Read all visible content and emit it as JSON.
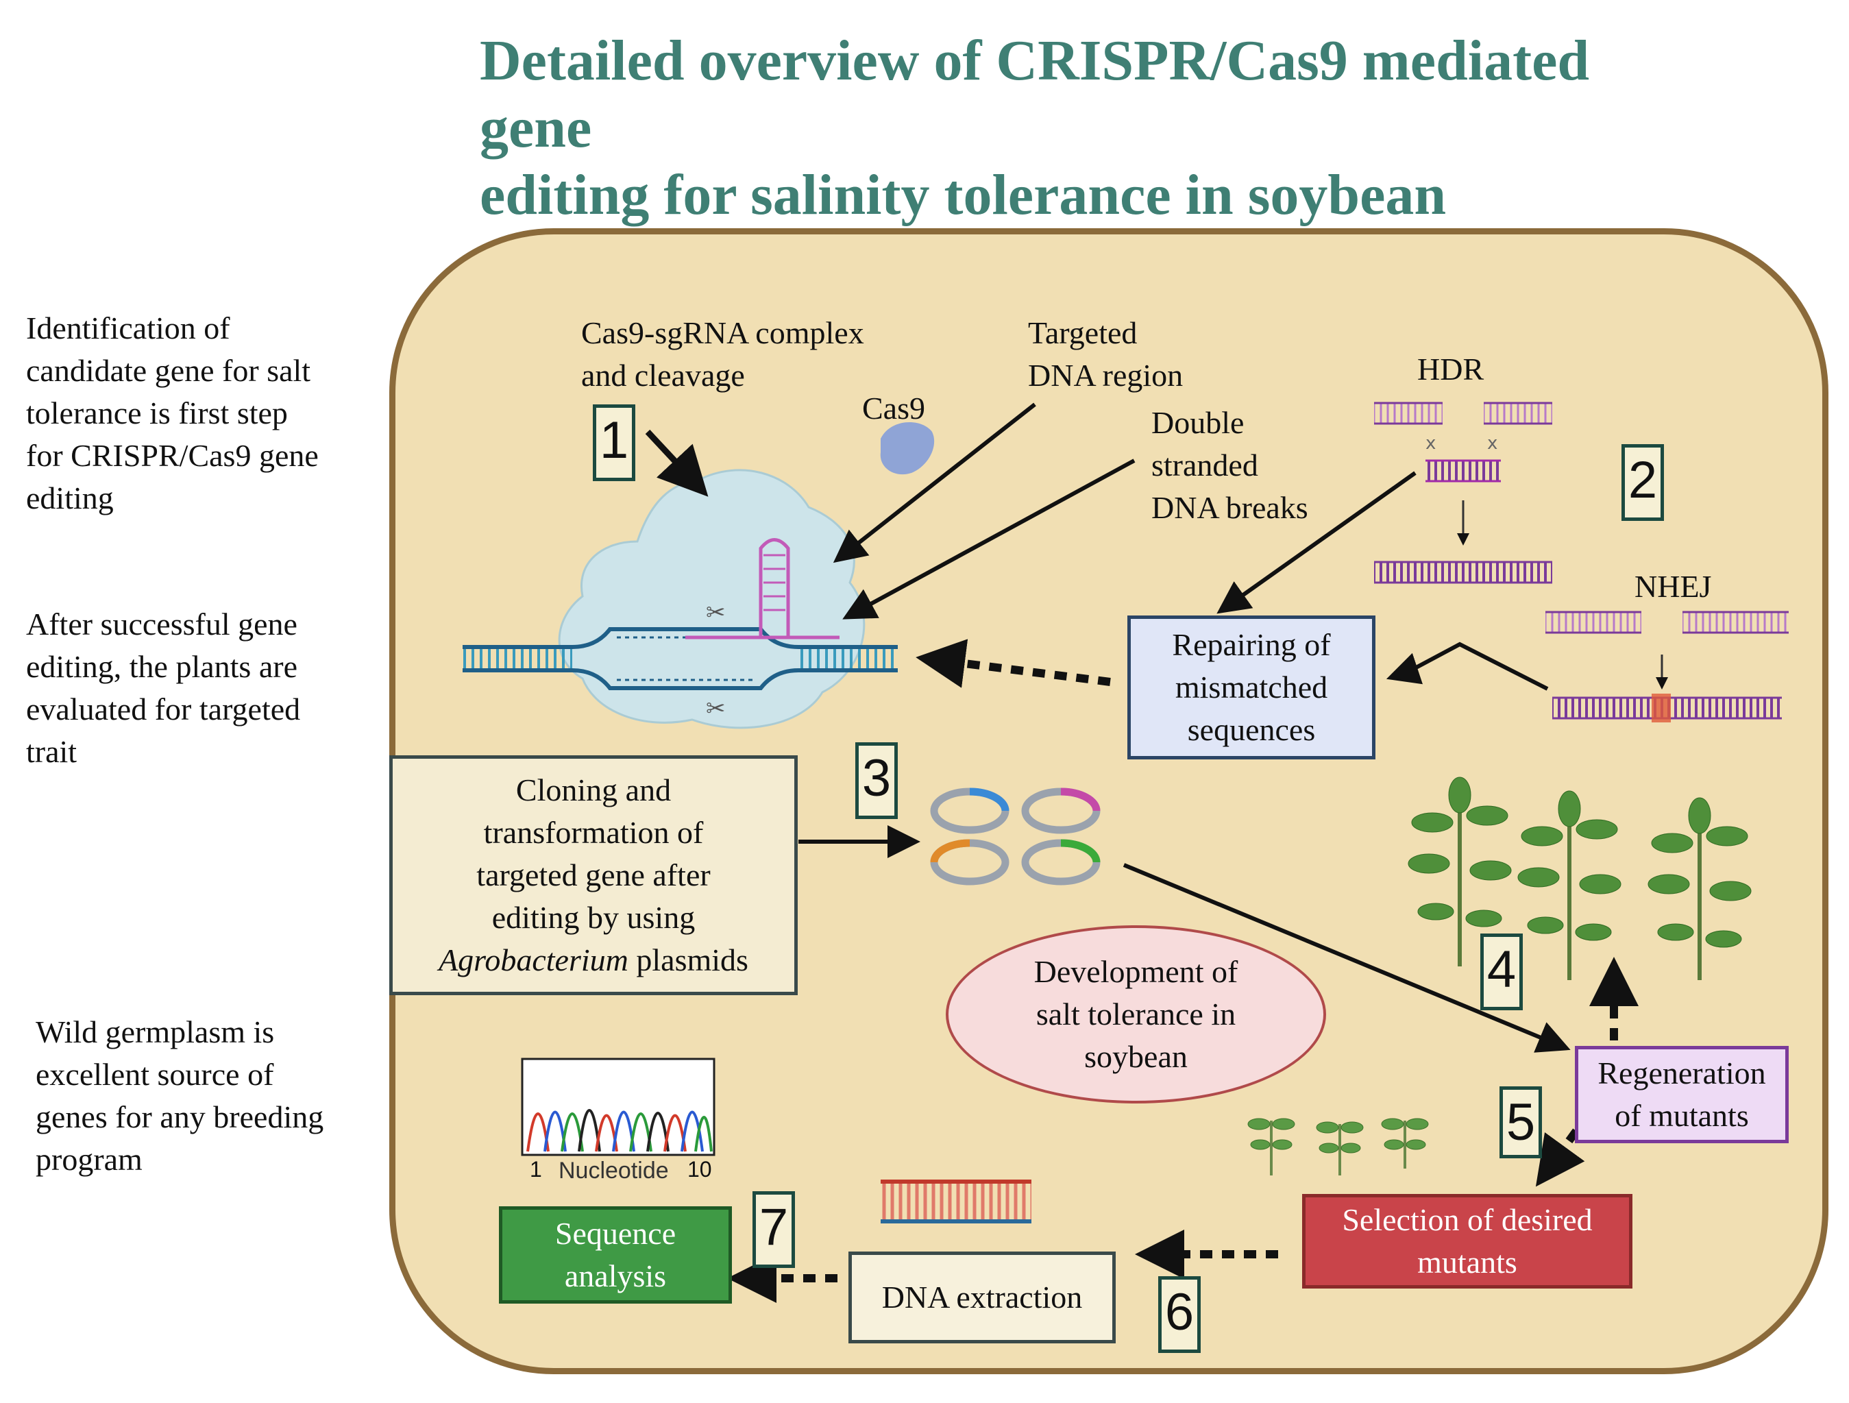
{
  "title": {
    "line1": "Detailed overview of CRISPR/Cas9 mediated gene",
    "line2": "editing for salinity tolerance in soybean"
  },
  "side_notes": {
    "identification": [
      "Identification of",
      "candidate gene for salt",
      "tolerance is first step",
      "for CRISPR/Cas9 gene",
      "editing"
    ],
    "evaluation": [
      "After successful gene",
      "editing, the plants are",
      "evaluated for targeted",
      "trait"
    ],
    "germplasm": [
      "Wild germplasm is",
      "excellent source of",
      "genes for any breeding",
      "program"
    ]
  },
  "labels": {
    "cas9_complex": [
      "Cas9-sgRNA complex",
      "and cleavage"
    ],
    "targeted_dna": [
      "Targeted",
      "DNA region"
    ],
    "cas9": "Cas9",
    "dsb": [
      "Double",
      "stranded",
      "DNA breaks"
    ],
    "hdr": "HDR",
    "nhej": "NHEJ",
    "nucleotide": "Nucleotide",
    "tick_start": "1",
    "tick_end": "10"
  },
  "steps": [
    "1",
    "2",
    "3",
    "4",
    "5",
    "6",
    "7"
  ],
  "boxes": {
    "repairing": [
      "Repairing of",
      "mismatched",
      "sequences"
    ],
    "cloning": [
      "Cloning and",
      "transformation of",
      "targeted gene after",
      "editing by using"
    ],
    "cloning_italic": "Agrobacterium",
    "cloning_tail": " plasmids",
    "development": [
      "Development of",
      "salt tolerance in",
      "soybean"
    ],
    "regeneration": [
      "Regeneration",
      "of mutants"
    ],
    "selection": [
      "Selection of desired",
      "mutants"
    ],
    "dna_extraction": "DNA extraction",
    "sequence_analysis": [
      "Sequence",
      "analysis"
    ]
  },
  "colors": {
    "title": "#3f7f74",
    "panel_fill": "#f1dfb3",
    "panel_border": "#8b6a3a",
    "repair_box": "#e0e6f7",
    "cloning_box": "#f4ecd2",
    "development_ellipse": "#f7dcdc",
    "regeneration_box": "#eedbf5",
    "selection_box": "#c9444a",
    "sequence_box": "#3f9a45",
    "dna_box": "#f7f1dc"
  }
}
